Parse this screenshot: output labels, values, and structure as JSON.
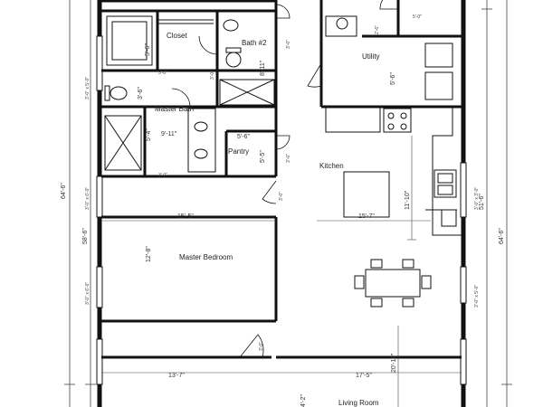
{
  "rooms": {
    "closet": "Closet",
    "bath2": "Bath #2",
    "utility": "Utility",
    "master_bath": "Master Bath",
    "pantry": "Pantry",
    "kitchen": "Kitchen",
    "master_bedroom": "Master Bedroom",
    "living_room": "Living Room"
  },
  "dimensions": {
    "overall_left": "64'-6\"",
    "overall_right": "64'-6\"",
    "inner_left": "58'-6\"",
    "inner_right": "51'-6\"",
    "closet_depth": "5'-6\"",
    "bath2_depth": "8'-11\"",
    "utility_depth": "5'-6\"",
    "master_bath_depth": "5'-4\"",
    "master_bath_width": "9'-11\"",
    "master_bath_height": "3'-6\"",
    "pantry_width": "5'-6\"",
    "pantry_depth": "5'-5\"",
    "kitchen_depth": "11'-10\"",
    "kitchen_width": "15'-7\"",
    "master_bedroom_width": "15'-5\"",
    "master_bedroom_depth": "12'-8\"",
    "living_left_width": "13'-7\"",
    "living_right_width": "17'-5\"",
    "living_depth": "20'-11\"",
    "living_lower": "4'-2\"",
    "top_right_small": "5'-0\"",
    "top_right_small2": "2'-6\""
  },
  "door_labels": {
    "d1": "3'-0\"",
    "d2": "3'-0\"",
    "d3": "3'-0\"",
    "d4": "3'-0\"",
    "d5": "3'-0\"",
    "d6": "3'-0\"",
    "d7": "3'-0\""
  },
  "window_labels": {
    "w_left_top": "3'-0\" x 5'-0\"",
    "w_left_mid": "3'-0\" x 6'-0\"",
    "w_left_low": "3'-0\" x 6'-0\"",
    "w_right_mid": "3'-0\" x 3'-0\"",
    "w_right_low": "3'-0\" x 5'-0\""
  }
}
